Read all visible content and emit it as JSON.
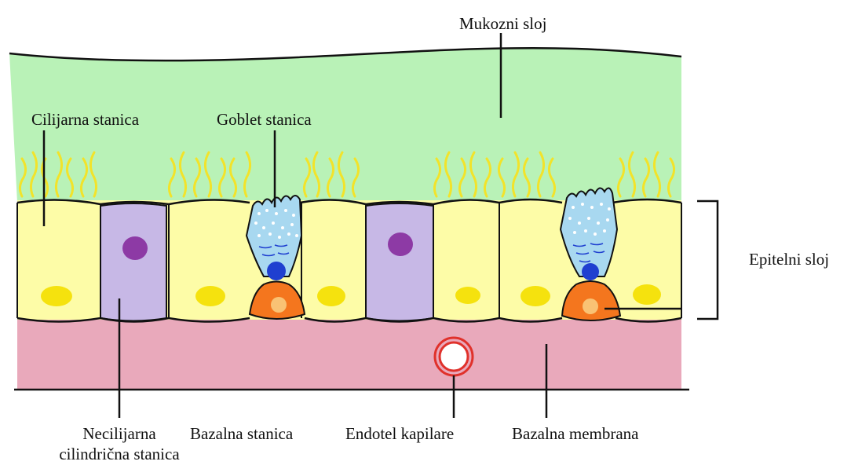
{
  "labels": {
    "mucus_layer": "Mukozni sloj",
    "ciliated_cell": "Cilijarna stanica",
    "goblet_cell": "Goblet stanica",
    "epithelial_layer": "Epitelni sloj",
    "nonciliated_line1": "Necilijarna",
    "nonciliated_line2": "cilindrična stanica",
    "basal_cell": "Bazalna stanica",
    "capillary_endothelium": "Endotel kapilare",
    "basement_membrane": "Bazalna membrana"
  },
  "colors": {
    "mucus": "#b9f2b7",
    "ciliated": "#fdfca7",
    "nonciliated": "#c7b8e6",
    "nonciliated_nucleus": "#8d3aa5",
    "nucleus_yellow": "#f5e20e",
    "cilia": "#f2e32a",
    "goblet": "#a8d8f0",
    "goblet_nucleus": "#1f3fd0",
    "basal": "#f4761e",
    "basal_nucleus": "#f9c274",
    "basement": "#e9a9bb",
    "capillary": "#e0312b"
  }
}
